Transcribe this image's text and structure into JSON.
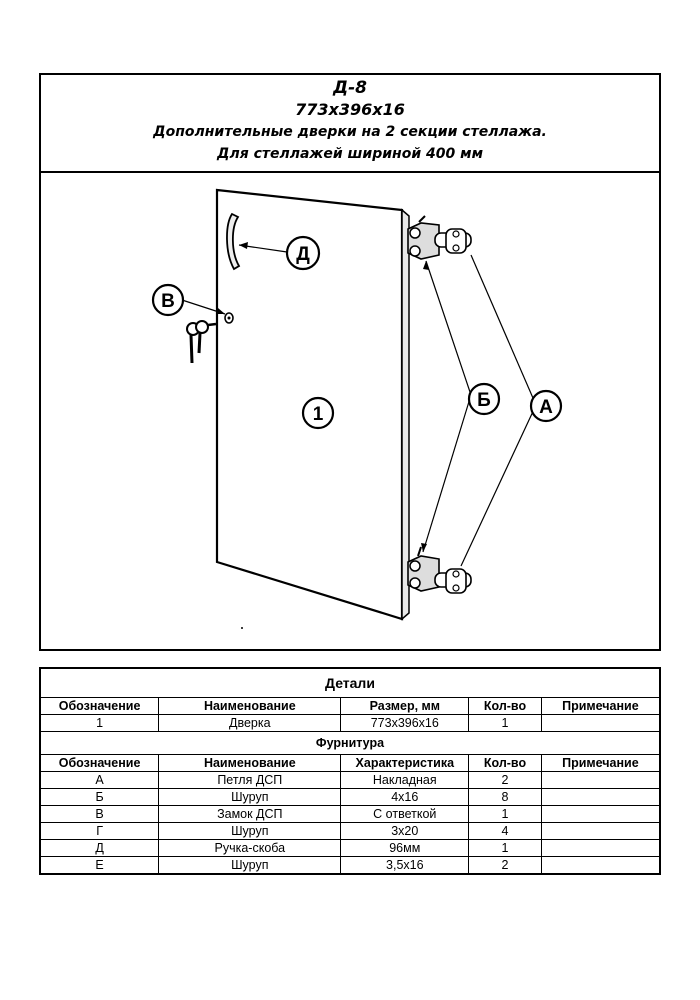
{
  "header": {
    "code": "Д-8",
    "size": "773x396x16",
    "description": "Дополнительные дверки на 2 секции стеллажа.",
    "width_note": "Для стеллажей шириной 400 мм"
  },
  "callouts": {
    "handle": "Д",
    "lock": "В",
    "door": "1",
    "screws": "Б",
    "hinges": "А"
  },
  "details": {
    "title": "Детали",
    "headers": [
      "Обозначение",
      "Наименование",
      "Размер, мм",
      "Кол-во",
      "Примечание"
    ],
    "rows": [
      [
        "1",
        "Дверка",
        "773x396x16",
        "1",
        ""
      ]
    ]
  },
  "hardware": {
    "title": "Фурнитура",
    "headers": [
      "Обозначение",
      "Наименование",
      "Характеристика",
      "Кол-во",
      "Примечание"
    ],
    "rows": [
      [
        "А",
        "Петля ДСП",
        "Накладная",
        "2",
        ""
      ],
      [
        "Б",
        "Шуруп",
        "4x16",
        "8",
        ""
      ],
      [
        "В",
        "Замок ДСП",
        "С ответкой",
        "1",
        ""
      ],
      [
        "Г",
        "Шуруп",
        "3x20",
        "4",
        ""
      ],
      [
        "Д",
        "Ручка-скоба",
        "96мм",
        "1",
        ""
      ],
      [
        "Е",
        "Шуруп",
        "3,5x16",
        "2",
        ""
      ]
    ]
  }
}
